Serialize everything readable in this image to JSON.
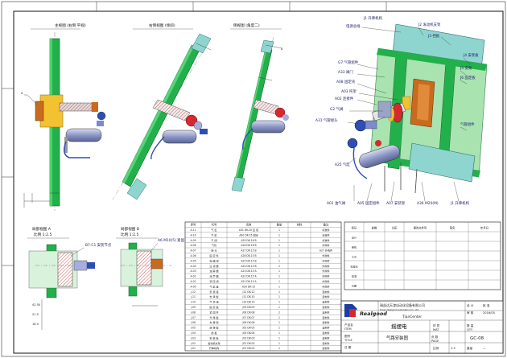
{
  "views": {
    "view1_title": "主视图 (右侧 平视)",
    "view2_title": "右侧视图 (倾斜)",
    "view3_title": "侧视图 (角度二)",
    "detail_a_title": "局部视图 A",
    "detail_a_scale": "比例 1:2.5",
    "detail_b_title": "局部视图 B",
    "detail_b_scale": "比例 1:2.5",
    "detail_c_label": "B7-C1 安装节点",
    "detail_d_label": "A6 M10(5) 紧固"
  },
  "iso_labels": [
    "J1 升降机构",
    "J2 发动机支架",
    "电源总线",
    "J3 挡板",
    "J4 安装板",
    "J5 支架",
    "J6 固定板",
    "G7 气管组件",
    "A33 阀门",
    "A08 固定块",
    "A03 托架",
    "A02 连接件",
    "G2 气阀",
    "A31 气管接头",
    "A25 气缸",
    "A01 油气阀",
    "A05 固定组件",
    "A07 安装架",
    "A36 M20(M)",
    "J1 升降机构",
    "气管组件"
  ],
  "bom": {
    "headers": [
      "序号",
      "代号",
      "名称",
      "数量",
      "材料",
      "备注"
    ],
    "rows": [
      [
        "A-11",
        "气 缸",
        "A31 DK-20 缸 径",
        "1",
        "",
        "标准件"
      ],
      [
        "A-10",
        "气 缸",
        "A30 DK-15 固定",
        "1",
        "",
        "标准件"
      ],
      [
        "A-09",
        "气 阀",
        "A29 DK-16 B",
        "1",
        "",
        "标准件"
      ],
      [
        "A-08",
        "气管",
        "A28 DK-16 B",
        "1",
        "",
        "外购件"
      ],
      [
        "A-07",
        "接 头",
        "A27 DK-15 B",
        "1",
        "",
        "A27 外购件"
      ],
      [
        "A-06",
        "固 定 件",
        "A26 DK-15 B",
        "1",
        "",
        "外购件"
      ],
      [
        "A-05",
        "电 磁 阀",
        "A25 DK-15 B",
        "1",
        "",
        "外购件"
      ],
      [
        "A-04",
        "过 滤 器",
        "A24 DK-15 B",
        "2",
        "",
        "外购件"
      ],
      [
        "A-03",
        "油 雾 器",
        "A23 DK-15 A",
        "1",
        "",
        "外购件"
      ],
      [
        "A-02",
        "消 声 器",
        "A22 DK-15 A",
        "1",
        "",
        "外购件"
      ],
      [
        "A-01",
        "调 压 阀",
        "A21 DK-15 A",
        "1",
        "",
        "外购件"
      ],
      [
        "A-00",
        "气 缸 座",
        "A20 DK-15",
        "1",
        "",
        "外购件"
      ],
      [
        "J-12",
        "安 装 座",
        "J12 DK-12",
        "1",
        "",
        "自制件"
      ],
      [
        "J-11",
        "支 承 板",
        "J11 DK-10",
        "1",
        "",
        "自制件"
      ],
      [
        "J-10",
        "气 管 组",
        "J10 DK-10",
        "1",
        "",
        "自制件"
      ],
      [
        "J-09",
        "固 定 板",
        "J09 DK-09",
        "1",
        "",
        "自制件"
      ],
      [
        "J-08",
        "紧 固 件",
        "J08 DK-08",
        "2",
        "",
        "自制件"
      ],
      [
        "J-07",
        "升 降 板",
        "J07 DK-07",
        "1",
        "",
        "自制件"
      ],
      [
        "J-06",
        "支 撑 架",
        "J06 DK-06",
        "1",
        "",
        "自制件"
      ],
      [
        "J-05",
        "连 接 板",
        "J05 DK-05",
        "1",
        "",
        "自制件"
      ],
      [
        "J-04",
        "挡 板",
        "J04 DK-04",
        "1",
        "",
        "自制件"
      ],
      [
        "J-03",
        "安 装 板",
        "J03 DK-03",
        "1",
        "",
        "自制件"
      ],
      [
        "J-02",
        "发动机支架",
        "J02 DK-02",
        "1",
        "",
        "自制件"
      ],
      [
        "J-01",
        "升降机构",
        "J01 DK-01",
        "1",
        "",
        "自制件"
      ]
    ]
  },
  "rev_table": {
    "headers": [
      "标记",
      "处数",
      "分区",
      "更改文件号",
      "签名",
      "年月日"
    ],
    "rows": [
      [
        "设计",
        "",
        "",
        "",
        "",
        ""
      ],
      [
        "审核",
        "",
        "",
        "",
        "",
        ""
      ],
      [
        "工艺",
        "",
        "",
        "",
        "",
        ""
      ],
      [
        "标准化",
        "",
        "",
        "",
        "",
        ""
      ],
      [
        "批准",
        "",
        "",
        "",
        "",
        ""
      ],
      [
        "日期",
        "",
        "",
        "",
        "",
        ""
      ]
    ]
  },
  "title_block": {
    "logo_text": "Realgood",
    "company_cn": "瑞益达天津自动化设备有限公司",
    "company_en": "Tianjin Realgood Automation Co., Ltd.",
    "company_short": "TianCenter",
    "product_label": "产品名",
    "item_label": "ITEM",
    "drawing_label": "图号",
    "title_label": "TITLE",
    "part_name": "摇摆电",
    "drawing_name": "气路安装图",
    "material_label": "材 质",
    "material_en": "MAT",
    "qty_label": "数 量",
    "qty_en": "QTY",
    "sheet_label": "页 数",
    "sheet_en": "PAGE",
    "drawing_no": "GC-08",
    "scale_label": "比例",
    "scale_value": "1:5",
    "weight_label": "重量",
    "weight_value": "—",
    "designer": "设 计",
    "checker": "审 核",
    "approver": "批 准",
    "date_label": "日 期",
    "date_value": "2016/05"
  },
  "colors": {
    "green": "#22b04b",
    "dark_green": "#118a33",
    "light_green": "#9fe0a8",
    "teal_plate": "#8fd5cf",
    "orange": "#c96a1e",
    "red": "#d8282f",
    "blue": "#2d4fb5",
    "cylinder": "#9aa3c8",
    "logo_blue": "#1b3ea0",
    "frame": "#222222"
  }
}
